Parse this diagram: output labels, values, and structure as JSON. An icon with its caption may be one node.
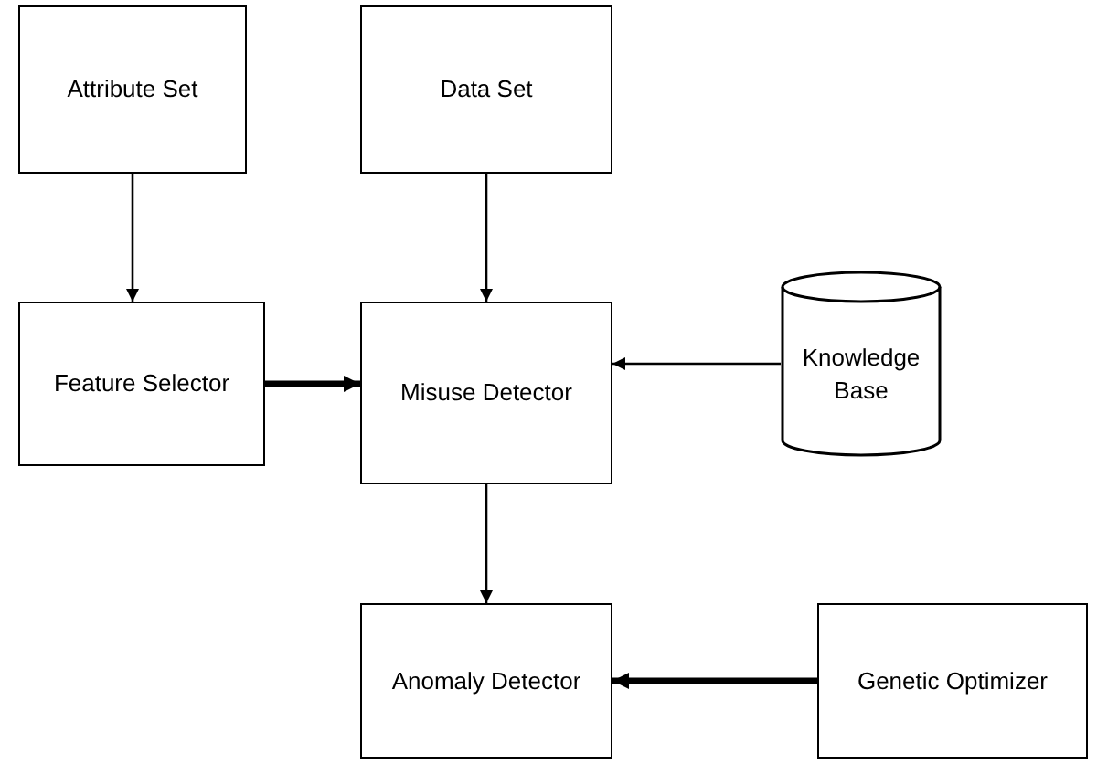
{
  "diagram": {
    "nodes": [
      {
        "text": [
          "Attribute Set"
        ]
      },
      {
        "text": [
          "Data Set"
        ]
      },
      {
        "text": [
          "Feature Selector"
        ]
      },
      {
        "text": [
          "Misuse Detector"
        ]
      },
      {
        "text": [
          "Knowledge Base"
        ]
      },
      {
        "text": [
          "Anomaly Detector"
        ]
      },
      {
        "text": [
          "Genetic Optimizer"
        ]
      }
    ],
    "edges": [
      {
        "from": 0,
        "to": 2,
        "arrow": "to"
      },
      {
        "from": 1,
        "to": 3,
        "arrow": "to"
      },
      {
        "from": 2,
        "to": 3,
        "arrow": "to",
        "style": "thick"
      },
      {
        "from": 4,
        "to": 3,
        "arrow": "to"
      },
      {
        "from": 3,
        "to": 5,
        "arrow": "to"
      },
      {
        "from": 6,
        "to": 5,
        "arrow": "to",
        "style": "thick"
      }
    ]
  }
}
